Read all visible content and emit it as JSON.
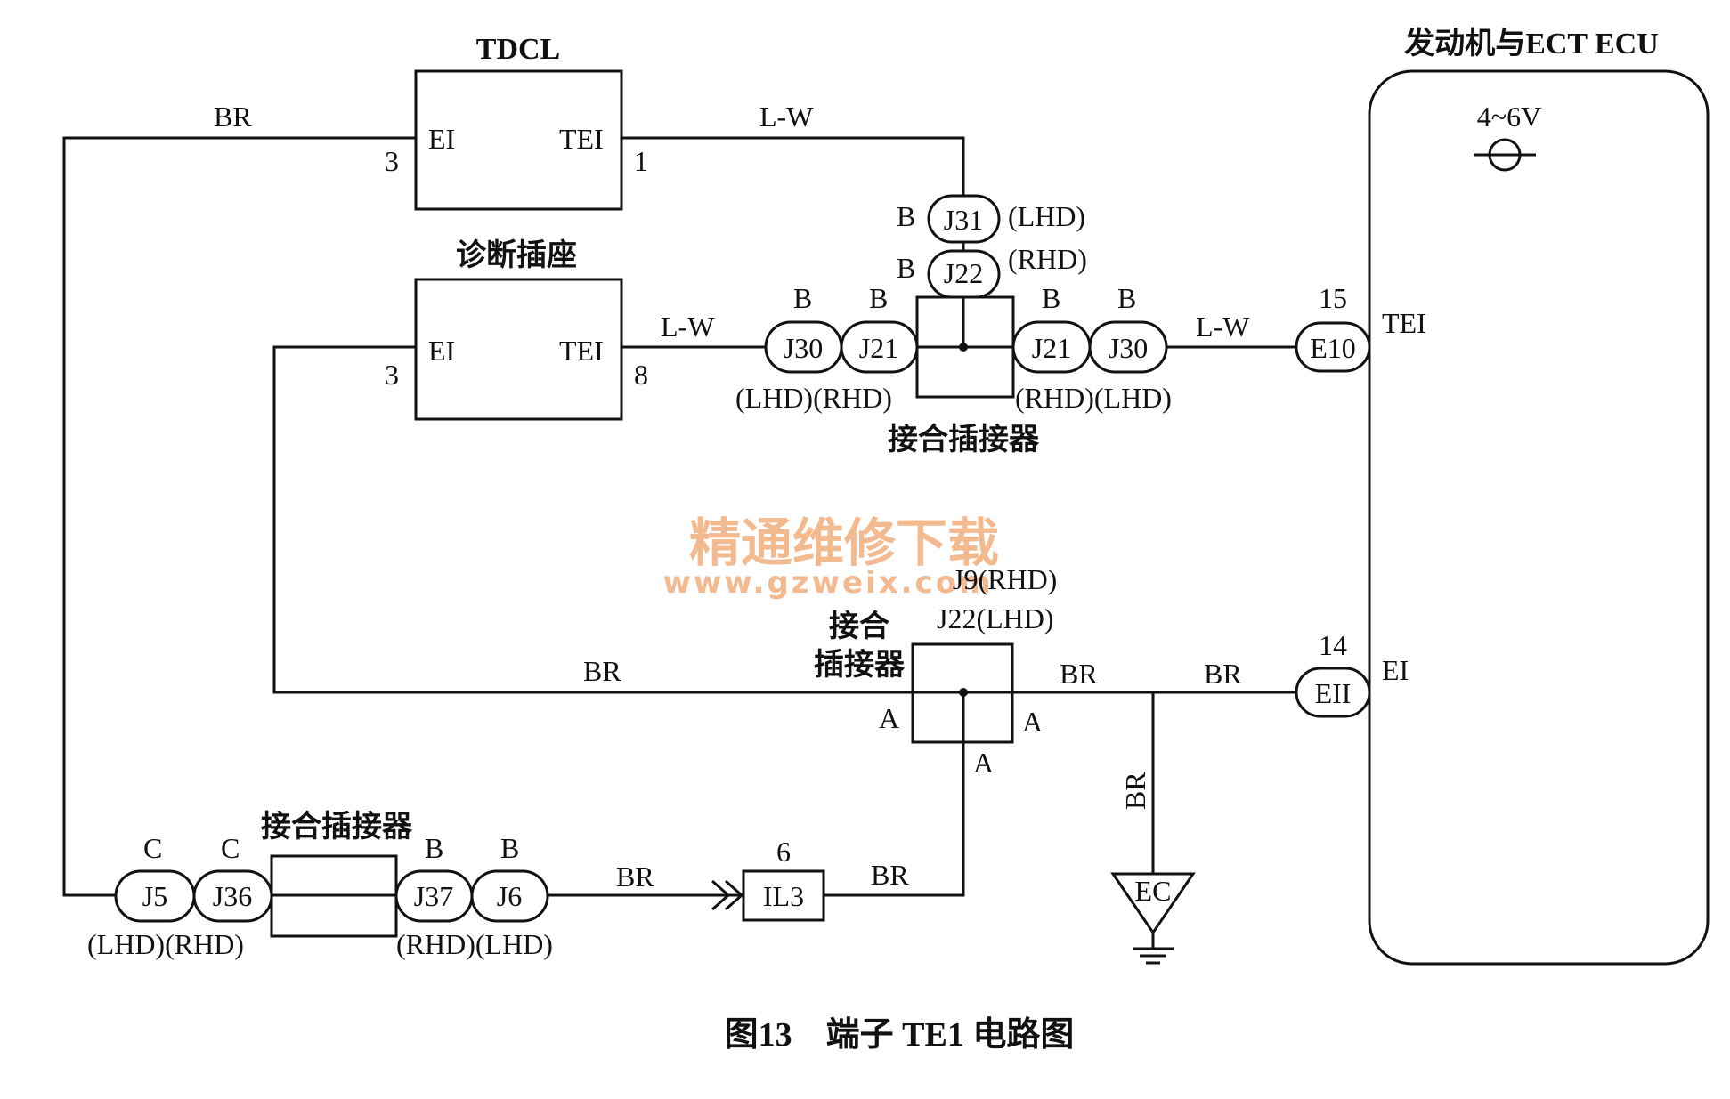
{
  "components": {
    "tdcl": {
      "title": "TDCL",
      "pin_left": "EI",
      "pin_right": "TEI",
      "pin_left_no": "3",
      "pin_right_no": "1"
    },
    "diag_socket": {
      "title": "诊断插座",
      "pin_left": "EI",
      "pin_right": "TEI",
      "pin_left_no": "3",
      "pin_right_no": "8"
    },
    "ecu": {
      "title": "发动机与ECT ECU",
      "voltage": "4~6V",
      "te1_pin": "TEI",
      "te1_pin_no": "15",
      "te1_connector": "E10",
      "e1_pin": "EI",
      "e1_pin_no": "14",
      "e1_connector": "EII"
    },
    "junction_top": {
      "title": "接合插接器",
      "j31": "J31",
      "j31_pin": "B",
      "j31_note": "(LHD)",
      "j22": "J22",
      "j22_pin": "B",
      "j22_note": "(RHD)",
      "left_a": "J30",
      "left_a_pin": "B",
      "left_b": "J21",
      "left_b_pin": "B",
      "left_note": "(LHD)(RHD)",
      "right_a": "J21",
      "right_a_pin": "B",
      "right_b": "J30",
      "right_b_pin": "B",
      "right_note": "(RHD)(LHD)"
    },
    "junction_mid": {
      "title_1": "接合",
      "title_2": "插接器",
      "label_1": "J9(RHD)",
      "label_2": "J22(LHD)",
      "pin_left": "A",
      "pin_right": "A",
      "pin_bottom": "A"
    },
    "junction_bottom": {
      "title": "接合插接器",
      "j5": "J5",
      "j5_pin": "C",
      "j36": "J36",
      "j36_pin": "C",
      "j37": "J37",
      "j37_pin": "B",
      "j6": "J6",
      "j6_pin": "B",
      "left_note": "(LHD)(RHD)",
      "right_note": "(RHD)(LHD)"
    },
    "il3": {
      "label": "IL3",
      "pin": "6"
    },
    "ground_ec": {
      "label": "EC"
    }
  },
  "wires": {
    "br_top": "BR",
    "lw_top": "L-W",
    "lw_socket": "L-W",
    "lw_ecu": "L-W",
    "br_mid_left": "BR",
    "br_mid_right": "BR",
    "br_ecu": "BR",
    "br_vertical": "BR",
    "br_il3_in": "BR",
    "br_il3_out": "BR"
  },
  "watermark": {
    "line1": "精通维修下载",
    "line2": "www.gzweix.com"
  },
  "caption": "图13　端子 TE1 电路图"
}
